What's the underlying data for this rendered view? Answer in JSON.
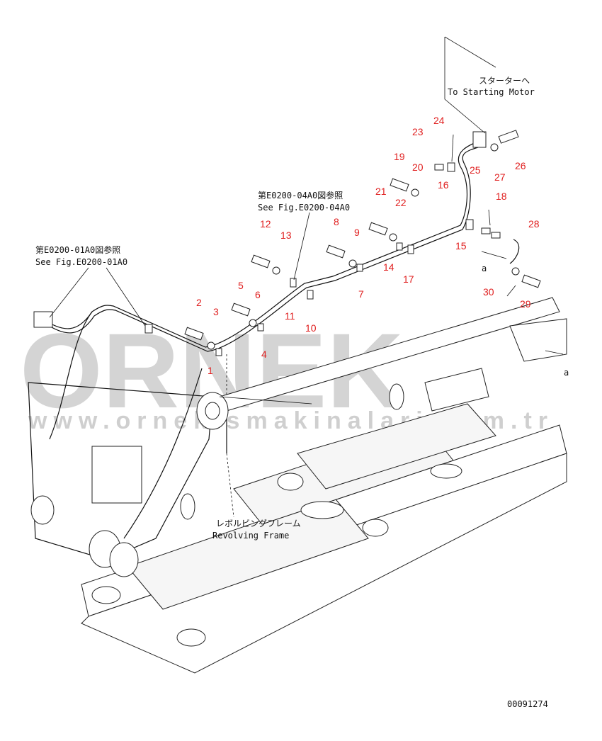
{
  "watermark": {
    "brand": "ORNEK",
    "url": "www.ornekismakinalari.com.tr"
  },
  "labels": {
    "starter_jp": "スターターへ",
    "starter_en": "To Starting Motor",
    "ref_04a_jp": "第E0200-04A0図参照",
    "ref_04a_en": "See Fig.E0200-04A0",
    "ref_01a_jp": "第E0200-01A0図参照",
    "ref_01a_en": "See Fig.E0200-01A0",
    "frame_jp": "レボルビングフレーム",
    "frame_en": "Revolving Frame",
    "view_a1": "a",
    "view_a2": "a",
    "drawing_no": "00091274"
  },
  "callouts": [
    "1",
    "2",
    "3",
    "4",
    "5",
    "6",
    "7",
    "8",
    "9",
    "10",
    "11",
    "12",
    "13",
    "14",
    "15",
    "16",
    "17",
    "18",
    "19",
    "20",
    "21",
    "22",
    "23",
    "24",
    "25",
    "26",
    "27",
    "28",
    "29",
    "30"
  ],
  "colors": {
    "callout": "#e02020",
    "line": "#111111",
    "watermark": "#d4d4d4"
  }
}
